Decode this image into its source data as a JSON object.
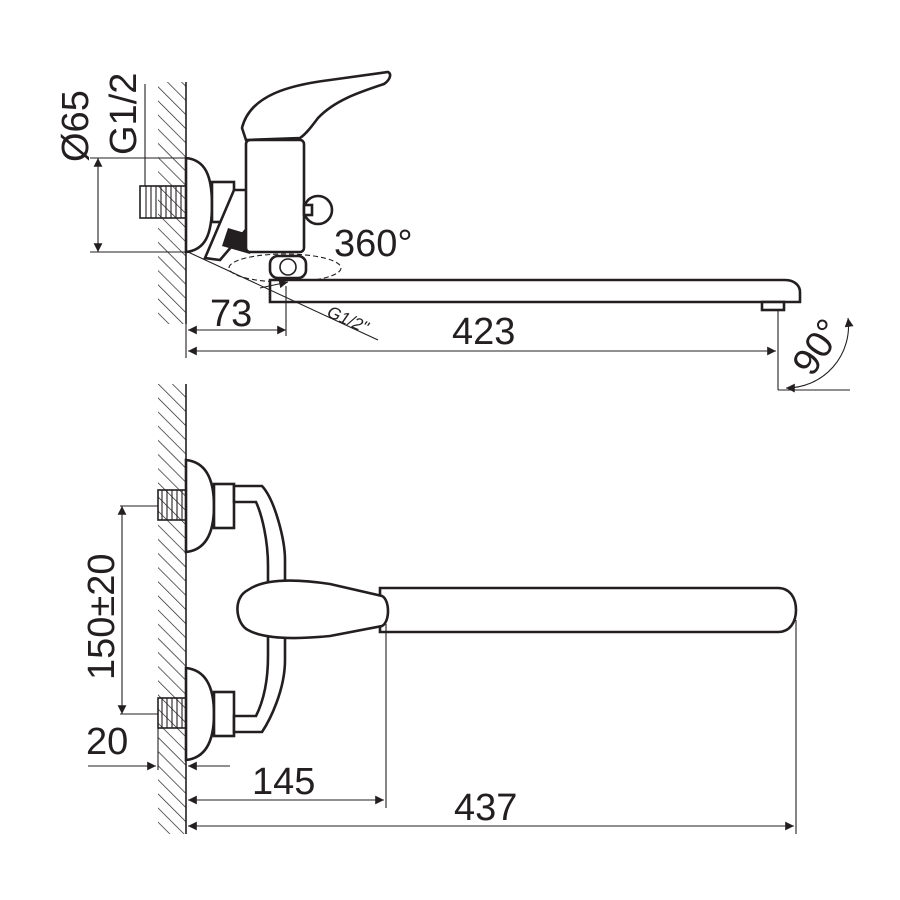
{
  "drawing": {
    "top_view": {
      "labels": {
        "diameter": "Ø65",
        "thread": "G1/2",
        "rotation": "360°",
        "offset": "73",
        "spout_length": "423",
        "spout_thread": "G1/2\"",
        "spout_angle": "90°"
      }
    },
    "front_view": {
      "labels": {
        "inlet_spacing": "150±20",
        "pipe_protrusion": "20",
        "handle_reach": "145",
        "total_length": "437"
      }
    },
    "colors": {
      "ink": "#231f20",
      "paper": "#ffffff"
    }
  }
}
